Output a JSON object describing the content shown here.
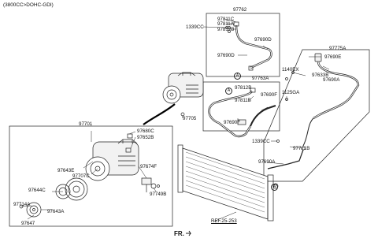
{
  "header": {
    "engine_label": "(3800CC>DOHC-GDI)"
  },
  "reference": {
    "label": "REF.25-253"
  },
  "direction": {
    "label": "FR."
  },
  "callouts": {
    "c97762": "97762",
    "c1339cc_top": "1339CC",
    "c97811c": "97811C",
    "c97811a": "97811A",
    "c97812b_top": "97812B",
    "c97690d_a": "97690D",
    "c97690d_b": "97690D",
    "c97775a": "97775A",
    "c1140ex": "1140EX",
    "c97690e": "97690E",
    "c97633b": "97633B",
    "c97690a_top": "97690A",
    "c97763a": "97763A",
    "c97812b_mid": "97812B",
    "c97811b": "97811B",
    "c97690f_a": "97690F",
    "c97690f_b": "97690F",
    "c1125ga": "1125GA",
    "c97705": "97705",
    "c97701": "97701",
    "c97680c": "97680C",
    "c97652b": "97652B",
    "c1339cc_bot": "1339CC",
    "c97721b": "97721B",
    "c97690a_bot": "97690A",
    "c97643e": "97643E",
    "c97707c": "97707C",
    "c97674f": "97674F",
    "c97644c": "97644C",
    "c97749b": "97749B",
    "c97714a": "97714A",
    "c97643a": "97643A",
    "c97647": "97647"
  },
  "view_markers": {
    "a1": "A",
    "a2": "A",
    "a3": "A"
  }
}
